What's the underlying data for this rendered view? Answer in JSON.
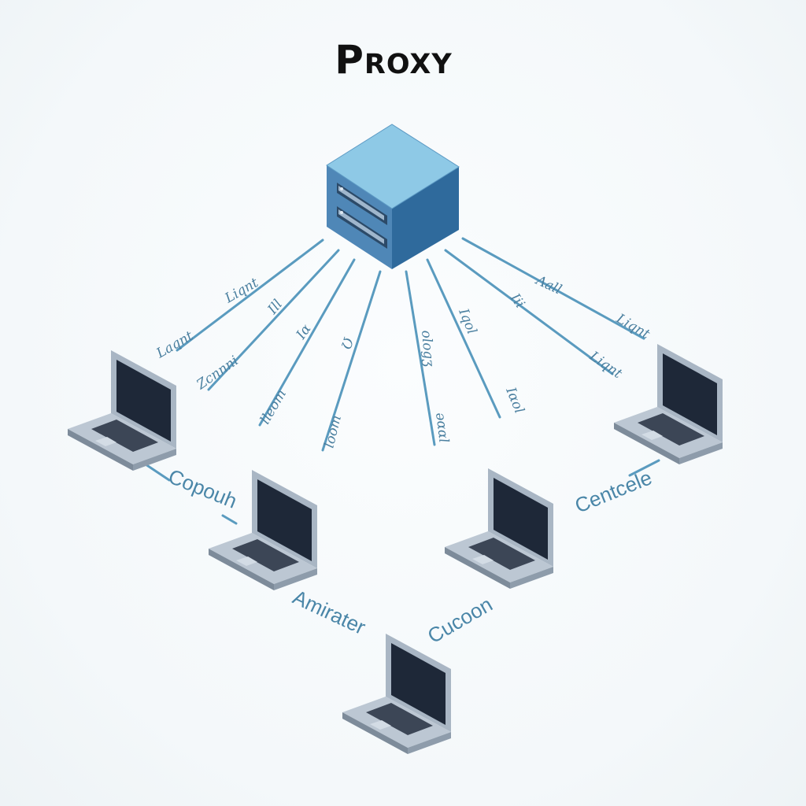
{
  "title": "Proxy",
  "colors": {
    "server_top": "#8ec9e6",
    "server_front": "#4f87b7",
    "server_side": "#2f6a9c",
    "laptop_body": "#a9b6c4",
    "laptop_screen": "#1e2838",
    "line": "#5a9bbf",
    "label": "#4a86a8"
  },
  "nodes": {
    "server": {
      "name": "proxy-server",
      "icon": "server-cube-icon"
    },
    "laptops": [
      {
        "id": "laptop-left",
        "label": "Copouh",
        "icon": "laptop-icon"
      },
      {
        "id": "laptop-center-left",
        "label": "Amirater",
        "icon": "laptop-icon"
      },
      {
        "id": "laptop-center-right",
        "label": "Cucoon",
        "icon": "laptop-icon"
      },
      {
        "id": "laptop-right",
        "label": "Centcele",
        "icon": "laptop-icon"
      },
      {
        "id": "laptop-bottom",
        "label": "",
        "icon": "laptop-icon"
      }
    ]
  },
  "connection_labels": [
    "Liqnt",
    "Laqnt",
    "Zcnnni",
    "Ill",
    "Iɑ",
    "lleom",
    "Ʊ",
    "loom",
    "ologʒ",
    "ǝɑɑl",
    "Iqol",
    "Iɑol",
    "Iii",
    "Ʌall",
    "Liqnt",
    "Liqnt"
  ]
}
